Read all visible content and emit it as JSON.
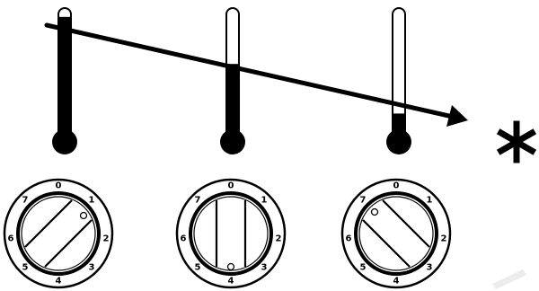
{
  "colors": {
    "ink": "#000000",
    "paper": "#ffffff",
    "watermark": "#e4e4e4"
  },
  "thermometers": [
    {
      "id": "left",
      "mercury_level": 0.98
    },
    {
      "id": "middle",
      "mercury_level": 0.6
    },
    {
      "id": "right",
      "mercury_level": 0.2
    }
  ],
  "arrow": {
    "direction": "decreasing-temperature"
  },
  "cold_symbol": {
    "icon": "snowflake-icon"
  },
  "dials": [
    {
      "id": "left",
      "scale": [
        "0",
        "1",
        "2",
        "3",
        "4",
        "5",
        "6",
        "7"
      ],
      "setting": 1,
      "stripe_orientation": "diagonal-up"
    },
    {
      "id": "middle",
      "scale": [
        "0",
        "1",
        "2",
        "3",
        "4",
        "5",
        "6",
        "7"
      ],
      "setting": 4,
      "stripe_orientation": "vertical"
    },
    {
      "id": "right",
      "scale": [
        "0",
        "1",
        "2",
        "3",
        "4",
        "5",
        "6",
        "7"
      ],
      "setting": 7,
      "stripe_orientation": "diagonal-down"
    }
  ],
  "watermark": {
    "icon": "pencil-icon"
  }
}
